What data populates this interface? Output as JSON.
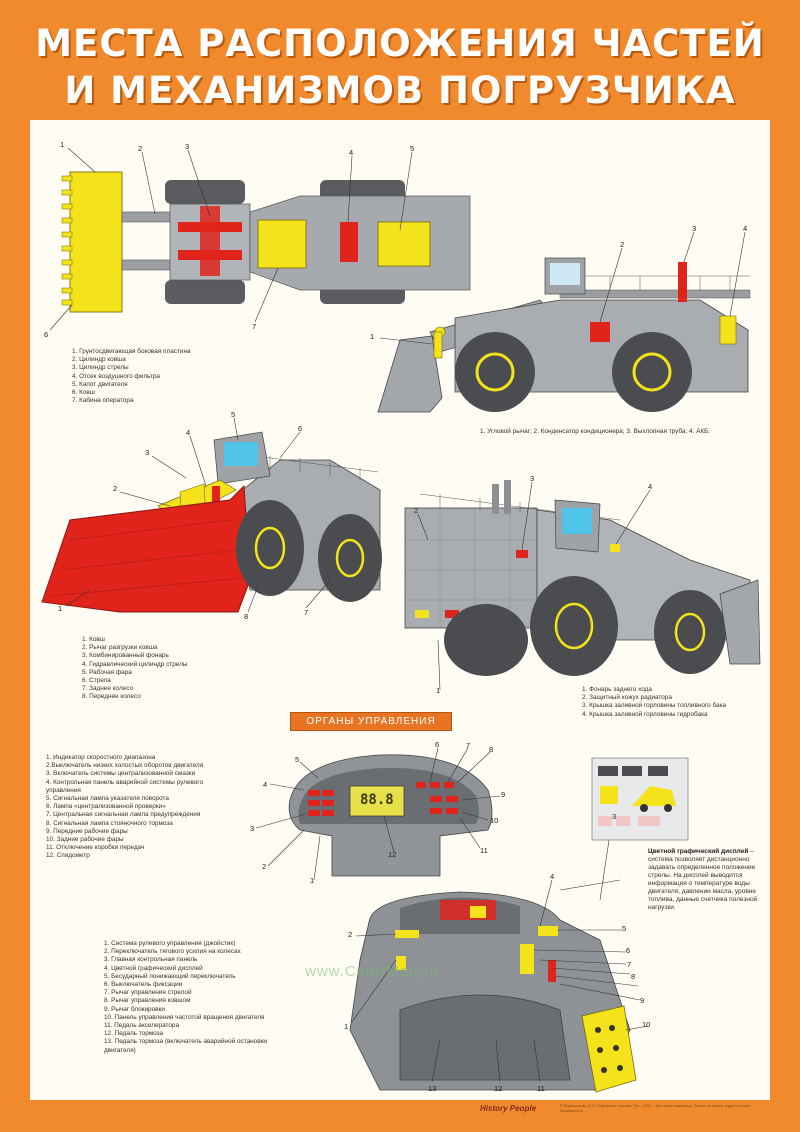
{
  "title": {
    "line1": "МЕСТА РАСПОЛОЖЕНИЯ ЧАСТЕЙ",
    "line2": "И МЕХАНИЗМОВ ПОГРУЗЧИКА"
  },
  "top_view": {
    "callouts": [
      "1",
      "2",
      "3",
      "4",
      "5",
      "6",
      "7"
    ],
    "legend": [
      "1. Грунтосдвигающая боковая пластина",
      "2. Цилиндр ковша",
      "3. Цилиндр стрелы",
      "4. Отсек воздушного фильтра",
      "5. Капот двигателя",
      "6. Ковш",
      "7. Кабина оператора"
    ]
  },
  "side_view": {
    "callouts": [
      "1",
      "2",
      "3",
      "4"
    ],
    "note": "1. Угловой рычаг; 2. Конденсатор кондиционера; 3. Выхлопная труба; 4. АКБ."
  },
  "front_view": {
    "callouts": [
      "1",
      "2",
      "3",
      "4",
      "5",
      "6",
      "7",
      "8"
    ],
    "legend": [
      "1. Ковш",
      "2. Рычаг разгрузки ковша",
      "3. Комбинированный фонарь",
      "4. Гидравлический цилиндр стрелы",
      "5. Рабочая фара",
      "6. Стрела",
      "7. Заднее колесо",
      "8. Переднее колесо"
    ]
  },
  "rear_view": {
    "callouts": [
      "1",
      "2",
      "3",
      "4"
    ],
    "legend": [
      "1. Фонарь заднего хода",
      "2. Защитный кожух радиатора",
      "3. Крышка заливной горловины топливного бака",
      "4. Крышка заливной горловины гидробака"
    ]
  },
  "controls": {
    "section_title": "ОРГАНЫ УПРАВЛЕНИЯ",
    "dash_callouts": [
      "1",
      "2",
      "3",
      "4",
      "5",
      "6",
      "7",
      "8",
      "9",
      "10",
      "11",
      "12"
    ],
    "dash_display": "88.8",
    "dash_legend": [
      "1. Индикатор скоростного диапазона",
      "2.Выключатель низких холостых оборотов двигателя",
      "3. Включатель системы централизованной смазки",
      "4. Контрольная панель аварийной системы рулевого",
      "управления",
      "5. Сигнальная лампа указателя поворота",
      "6. Лампа «централизованной проверки»",
      "7. Центральная сигнальная лампа предупреждения",
      "8. Сигнальная лампа стояночного тормоза",
      "9. Передние рабочие фары",
      "10. Задние рабочие фары",
      "11. Отключение коробки передач",
      "12. Спидометр"
    ],
    "cab_callouts": [
      "1",
      "2",
      "3",
      "4",
      "5",
      "6",
      "7",
      "8",
      "9",
      "10",
      "11",
      "12",
      "13"
    ],
    "cab_legend": [
      "1. Система рулевого управления (джойстик)",
      "2. Переключатель тягового усилия на колесах",
      "3. Главная контрольная панель",
      "4. Цветной графический дисплей",
      "5. Бесударный понижающий переключатель",
      "6. Выключатель фиксации",
      "7. Рычаг управления стрелой",
      "8. Рычаг управления ковшом",
      "9. Рычаг блокировки",
      "10. Панель управления частотой вращения двигателя",
      "11. Педаль акселератора",
      "12. Педаль тормоза",
      "13. Педаль тормоза (включатель аварийной остановки",
      "двигателя)"
    ],
    "graphic_display": {
      "heading": "Цветной графический дисплей",
      "text": " – система позволяет дистанционно задавать определенное положение стрелы. На дисплей выводится информация о температуре воды двигателя, давлении масла, уровне топлива, данные счетчика полезной нагрузки."
    }
  },
  "footer": {
    "watermark": "www.CentrMag.ru",
    "brand": "History People",
    "fine_print": "© Издательство ООО «Центрмаг». Москва. Тел.: (495) ... Все права защищены. Плакат по охране труда и технике безопасности."
  },
  "colors": {
    "frame": "#f08a2c",
    "body_grey": "#9c9fa3",
    "highlight_yellow": "#f4e21a",
    "highlight_red": "#e0241c",
    "tire": "#4a4c50",
    "cab_glass": "#4fc3e8"
  }
}
